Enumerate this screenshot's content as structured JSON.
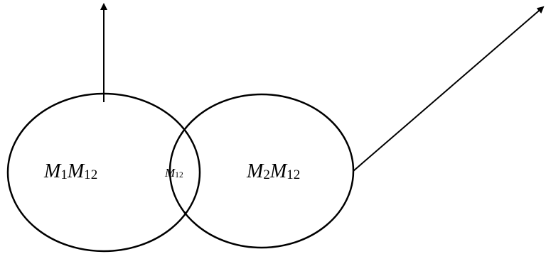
{
  "diagram": {
    "left_region": {
      "var1": "M",
      "sub1": "1",
      "var2": "M",
      "sub2": "12"
    },
    "overlap_region": {
      "var1": "M",
      "sub1": "12"
    },
    "right_region": {
      "var1": "M",
      "sub1": "2",
      "var2": "M",
      "sub2": "12"
    },
    "colors": {
      "stroke": "#000000",
      "background": "#ffffff"
    }
  }
}
